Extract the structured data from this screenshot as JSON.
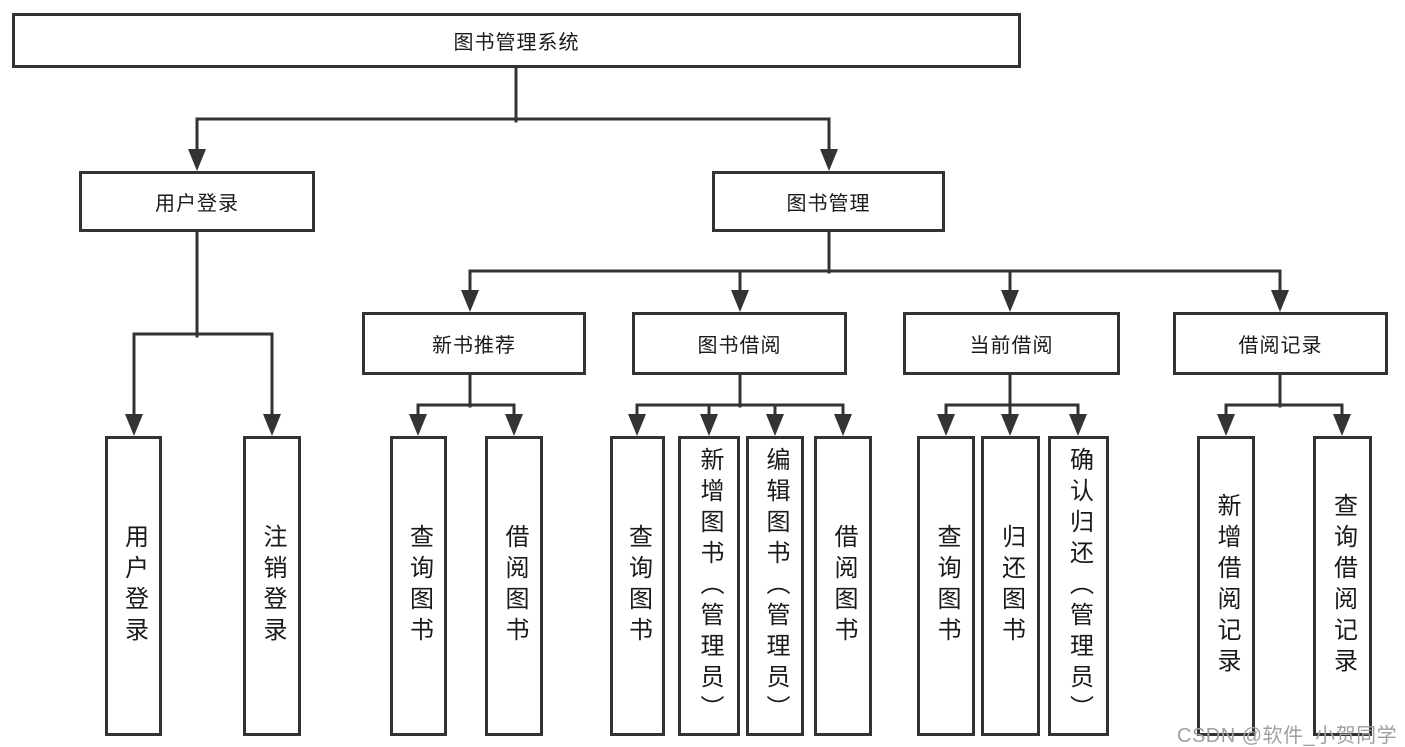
{
  "diagram_title": "图书管理系统",
  "nodes": {
    "root": {
      "label": "图书管理系统"
    },
    "user_login_group": {
      "label": "用户登录"
    },
    "book_mgmt_group": {
      "label": "图书管理"
    },
    "new_book_rec": {
      "label": "新书推荐"
    },
    "book_borrow": {
      "label": "图书借阅"
    },
    "current_borrow": {
      "label": "当前借阅"
    },
    "borrow_records": {
      "label": "借阅记录"
    },
    "user_login": {
      "label": "用户登录"
    },
    "logout": {
      "label": "注销登录"
    },
    "nbr_query_books": {
      "label": "查询图书"
    },
    "nbr_borrow_books": {
      "label": "借阅图书"
    },
    "bb_query_books": {
      "label": "查询图书"
    },
    "bb_add_books": {
      "label": "新增图书（管理员）"
    },
    "bb_edit_books": {
      "label": "编辑图书（管理员）"
    },
    "bb_borrow_books": {
      "label": "借阅图书"
    },
    "cb_query_books": {
      "label": "查询图书"
    },
    "cb_return_books": {
      "label": "归还图书"
    },
    "cb_confirm_return": {
      "label": "确认归还（管理员）"
    },
    "br_add_record": {
      "label": "新增借阅记录"
    },
    "br_query_record": {
      "label": "查询借阅记录"
    }
  },
  "watermark": "CSDN @软件_小贺同学",
  "colors": {
    "line": "#333333",
    "text": "#1a1a1a",
    "watermark": "#a0a0a0",
    "background": "#ffffff"
  }
}
